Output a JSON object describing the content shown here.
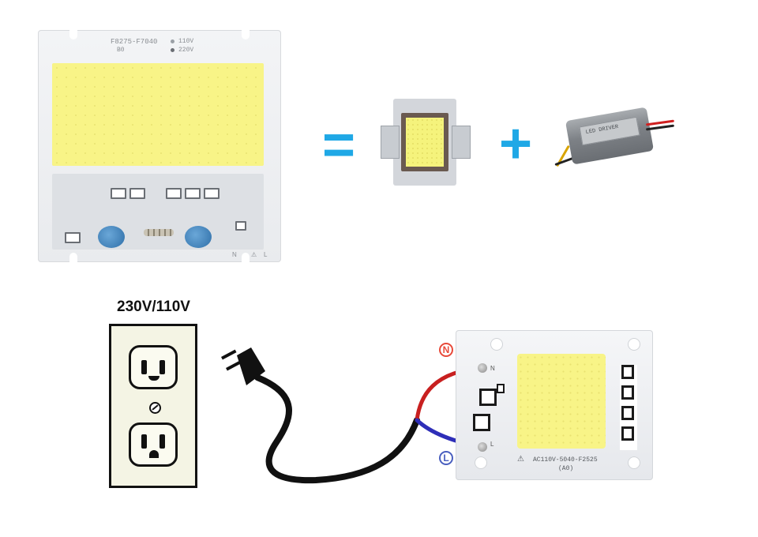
{
  "top_board": {
    "model_text": "F8275-F7040",
    "bin_text": "B0",
    "voltage_110": "110V",
    "voltage_220": "220V",
    "pin_n": "N",
    "pin_l": "L"
  },
  "operators": {
    "equals": "=",
    "plus": "+"
  },
  "driver": {
    "plate_text": "LED DRIVER"
  },
  "bottom": {
    "voltage_label": "230V/110V",
    "board_text": "AC110V-5040-F2525",
    "board_bin": "(A0)",
    "pin_n_board": "N",
    "pin_l_board": "L",
    "neutral_marker": "N",
    "live_marker": "L"
  },
  "colors": {
    "accent_operator": "#1fa8e6",
    "neutral_wire": "#c82020",
    "live_wire": "#2e2eb8",
    "cord": "#111111"
  }
}
